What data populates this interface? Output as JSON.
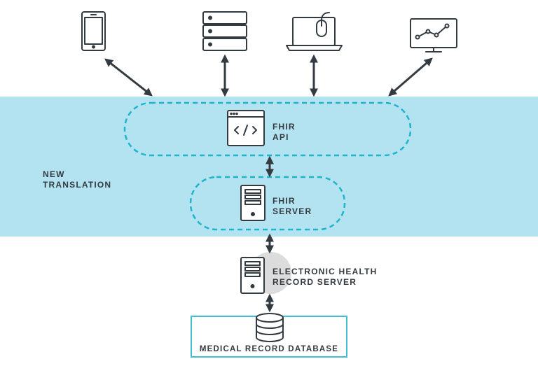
{
  "zone": {
    "line1": "NEW",
    "line2": "TRANSLATION"
  },
  "fhir_api": {
    "line1": "FHIR",
    "line2": "API",
    "icon": "code-window-icon"
  },
  "fhir_server": {
    "line1": "FHIR",
    "line2": "SERVER",
    "icon": "server-tower-icon"
  },
  "ehr_server": {
    "line1": "ELECTRONIC HEALTH",
    "line2": "RECORD SERVER",
    "icon": "server-tower-icon"
  },
  "database": {
    "label": "MEDICAL RECORD DATABASE",
    "icon": "database-icon"
  },
  "clients": [
    {
      "icon": "smartphone-icon"
    },
    {
      "icon": "server-rack-icon"
    },
    {
      "icon": "laptop-mouse-icon"
    },
    {
      "icon": "monitor-chart-icon"
    }
  ],
  "colors": {
    "band": "#b3e3f0",
    "dashed": "#1fb3cc",
    "box_border": "#3fbfcf",
    "stroke": "#333a40",
    "highlight": "#dcdcdc"
  }
}
